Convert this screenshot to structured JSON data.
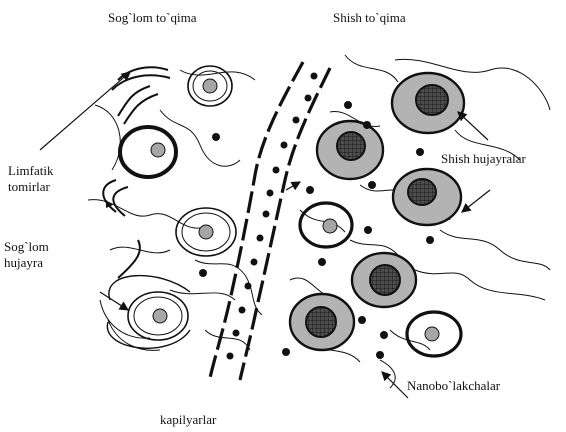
{
  "labels": {
    "healthy_tissue": "Sog`lom to`qima",
    "tumor_tissue": "Shish to`qima",
    "lymphatic_vessels": "Limfatik tomirlar",
    "healthy_cell": "Sog`lom hujayra",
    "tumor_cells": "Shish hujayralar",
    "nanoparticles": "Nanobo`lakchalar",
    "capillaries": "kapilyarlar"
  },
  "colors": {
    "ink": "#111111",
    "tumor_cell_fill": "#b3b3b3",
    "healthy_nucleus_fill": "#a6a6a6",
    "tumor_nucleus_fill": "#4d4d4d",
    "background": "#ffffff"
  },
  "legend_icons": {
    "healthy_cell": "double-ring-cell-icon",
    "tumor_cell": "gray-cell-with-dark-nucleus-icon",
    "nanoparticle": "black-dot-icon"
  }
}
